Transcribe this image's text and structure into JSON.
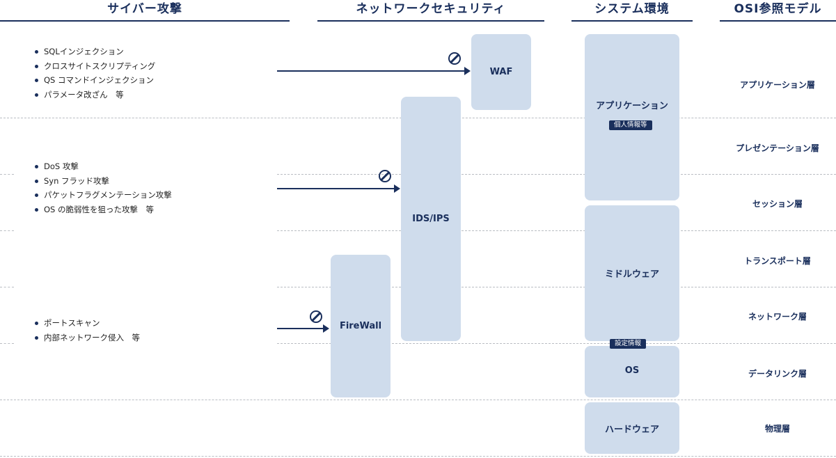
{
  "headers": {
    "cyber_attack": "サイバー攻撃",
    "network_security": "ネットワークセキュリティ",
    "system_environment": "システム環境",
    "osi_model": "OSI参照モデル"
  },
  "attacks": {
    "application": [
      "SQLインジェクション",
      "クロスサイトスクリプティング",
      "QS コマンドインジェクション",
      "パラメータ改ざん　等"
    ],
    "network": [
      "DoS 攻撃",
      "Syn フラッド攻撃",
      "パケットフラグメンテーション攻撃",
      "OS の脆弱性を狙った攻撃　等"
    ],
    "port": [
      "ポートスキャン",
      "内部ネットワーク侵入　等"
    ]
  },
  "security": {
    "waf": "WAF",
    "ids_ips": "IDS/IPS",
    "firewall": "FireWall"
  },
  "system": {
    "application": "アプリケーション",
    "application_badge": "個人情報等",
    "middleware": "ミドルウェア",
    "settings_badge": "設定情報",
    "os": "OS",
    "hardware": "ハードウェア"
  },
  "osi_layers": [
    "アプリケーション層",
    "プレゼンテーション層",
    "セッション層",
    "トランスポート層",
    "ネットワーク層",
    "データリンク層",
    "物理層"
  ],
  "colors": {
    "navy": "#1a2f5c",
    "box_fill": "#cfdcec",
    "dashed_line": "#b9bdc3"
  },
  "icons": {
    "blocked": "prohibition-icon"
  }
}
